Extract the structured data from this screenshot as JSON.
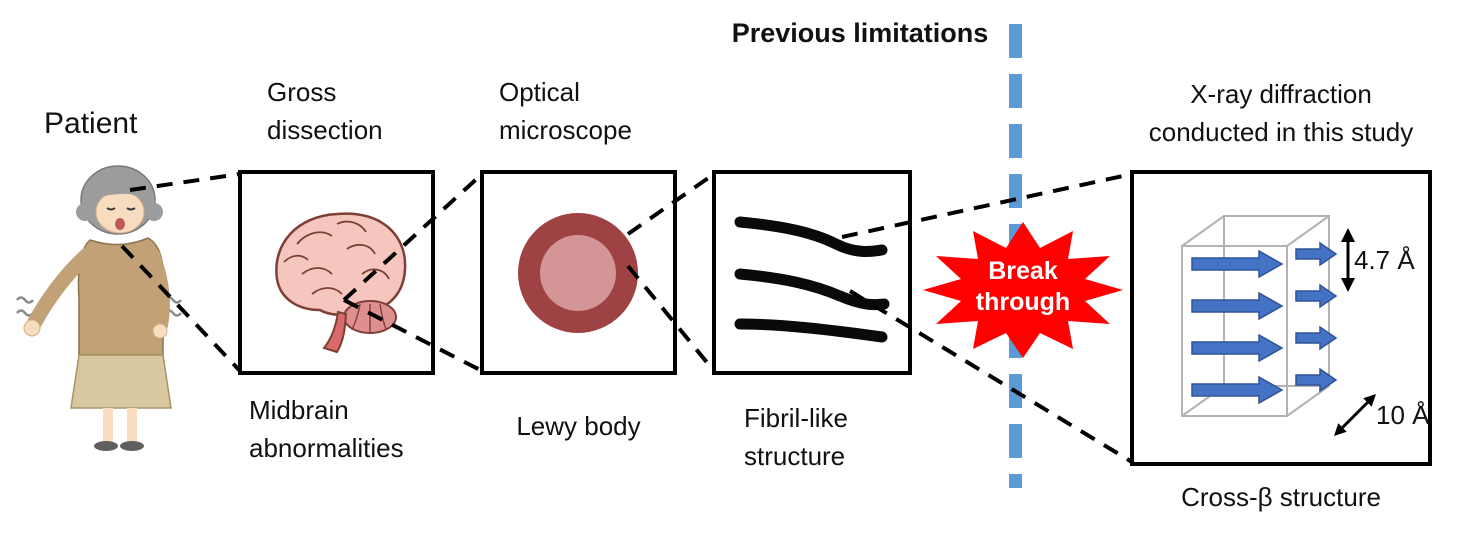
{
  "figure": {
    "patient_label": "Patient",
    "previous_limitations": "Previous limitations",
    "breakthrough": {
      "line1": "Break",
      "line2": "through"
    },
    "steps": {
      "gross_dissection": {
        "line1": "Gross",
        "line2": "dissection"
      },
      "midbrain": {
        "line1": "Midbrain",
        "line2": "abnormalities"
      },
      "optical_microscope": {
        "line1": "Optical",
        "line2": "microscope"
      },
      "lewy_body": "Lewy body",
      "fibril": {
        "line1": "Fibril-like",
        "line2": "structure"
      },
      "xray": {
        "line1": "X-ray diffraction",
        "line2": "conducted in this study"
      },
      "cross_beta": "Cross-β structure"
    },
    "measurements": {
      "strand_spacing": "4.7 Å",
      "sheet_spacing": "10 Å"
    },
    "colors": {
      "divider_blue": "#5B9BD5",
      "burst_red": "#FF0000",
      "burst_text_white": "#FFFFFF",
      "arrow_blue": "#4472C4",
      "arrow_blue_border": "#2F5496",
      "lewy_outer": "#9E4244",
      "lewy_inner": "#D49597",
      "brain_fill": "#F4C6BE",
      "brain_outline": "#7D4037",
      "panel_border": "#000000"
    },
    "icons": {
      "patient": "patient-illustration",
      "brain": "brain-icon",
      "lewy_body": "lewy-body-icon",
      "fibril": "fibril-icon",
      "cross_beta": "cross-beta-icon",
      "breakthrough": "starburst-icon",
      "divider": "dashed-divider-line",
      "zoom_lines": "magnification-dashed-lines",
      "strand_arrow": "double-arrow-vertical-icon",
      "sheet_arrow": "double-arrow-diagonal-icon"
    }
  }
}
